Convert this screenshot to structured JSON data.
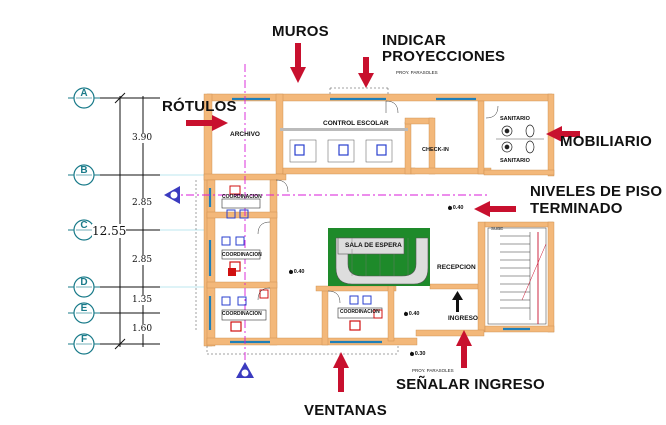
{
  "annotations": {
    "muros": "MUROS",
    "indicar_l1": "INDICAR",
    "indicar_l2": "PROYECCIONES",
    "rotulos": "RÓTULOS",
    "mobiliario": "MOBILIARIO",
    "niveles_l1": "NIVELES DE PISO",
    "niveles_l2": "TERMINADO",
    "senalar_ingreso": "SEÑALAR INGRESO",
    "ventanas": "VENTANAS"
  },
  "axes": [
    "A",
    "B",
    "C",
    "D",
    "E",
    "F"
  ],
  "dimensions": {
    "total": "12.55",
    "segments": [
      "3.90",
      "2.85",
      "2.85",
      "1.35",
      "1.60"
    ]
  },
  "rooms": {
    "archivo": "ARCHIVO",
    "control_escolar": "CONTROL ESCOLAR",
    "check_in": "CHECK-IN",
    "sanitario_top": "SANITARIO",
    "sanitario_bottom": "SANITARIO",
    "sala_espera": "SALA DE ESPERA",
    "recepcion": "RECEPCION",
    "ingreso": "INGRESO",
    "coordinacion_1": "COORDINACION",
    "coordinacion_2": "COORDINACION",
    "coordinacion_3": "COORDINACION",
    "coordinacion_4": "COORDINACION",
    "sube": "SUBE"
  },
  "projection_labels": {
    "top": "PROY. PARASOLES",
    "bottom": "PROY. PARASOLES"
  },
  "levels": [
    "+ 0.40",
    "+ 0.40",
    "+ 0.40",
    "+ 0.30"
  ],
  "colors": {
    "wall": "#f3b87a",
    "arrow": "#c8102e",
    "axis": "#1a7b8a",
    "window": "#1f7fb8",
    "garden": "#1e8a2a",
    "furniture": "#d01010",
    "chair": "#2a3fcf",
    "centerline": "#d81bd8"
  }
}
